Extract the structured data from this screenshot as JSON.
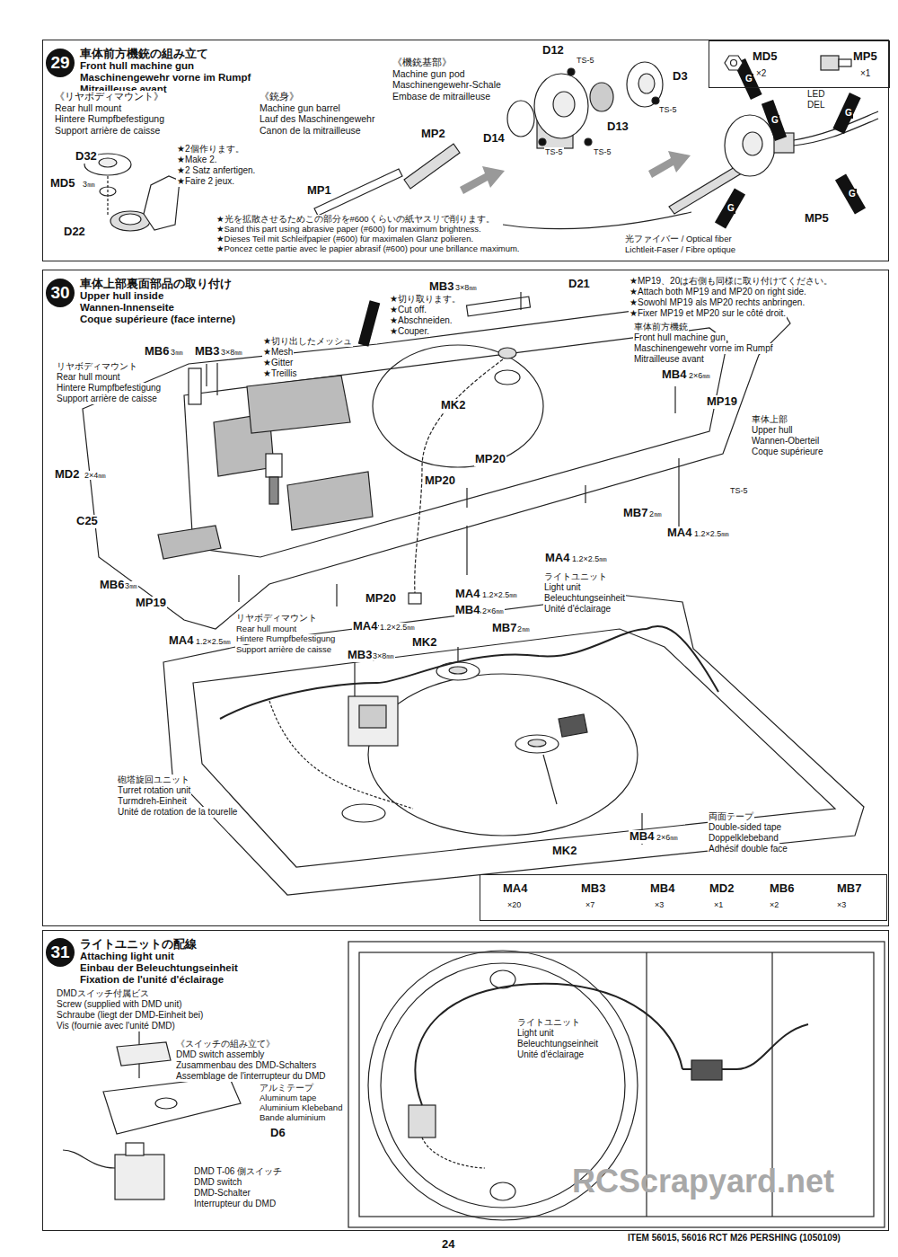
{
  "diagram": {
    "nodes": [
      {
        "text": [
          "車体前方機銃の組み立て",
          "Front hull machine gun",
          "Maschinengewehr vorne im Rumpf",
          "Mitrailleuse avant"
        ]
      },
      {
        "text": [
          "29"
        ],
        "in": 0
      },
      {
        "text": [
          "MD5",
          "×2",
          "MP5",
          "×1"
        ],
        "in": 0
      },
      {
        "text": [
          "車体上部裏面部品の取り付け",
          "Upper hull inside",
          "Wannen-Innenseite",
          "Coque supérieure (face interne)"
        ]
      },
      {
        "text": [
          "30"
        ],
        "in": 3
      },
      {
        "text": [
          "MA4",
          "×20",
          "MB3",
          "×7",
          "MB4",
          "×3",
          "MD2",
          "×1",
          "MB6",
          "×2",
          "MB7",
          "×3"
        ],
        "in": 3
      },
      {
        "text": [
          "ライトユニットの配線",
          "Attaching light unit",
          "Einbau der Beleuchtungseinheit",
          "Fixation de l'unité d'éclairage"
        ]
      },
      {
        "text": [
          "31"
        ],
        "in": 6
      }
    ],
    "labels": [
      "《リヤボディマウント》",
      "Rear hull mount",
      "Hintere Rumpfbefestigung",
      "Support arrière de caisse",
      "《銃身》",
      "Machine gun barrel",
      "Lauf des Maschinengewehr",
      "Canon de la mitrailleuse",
      "《機銃基部》",
      "Machine gun pod",
      "Maschinengewehr-Schale",
      "Embase de mitrailleuse",
      "★2個作ります。",
      "★Make 2.",
      "★2 Satz anfertigen.",
      "★Faire 2 jeux.",
      "D32",
      "MD5",
      "3㎜",
      "D22",
      "MP1",
      "MP2",
      "D12",
      "TS-5",
      "D3",
      "D13",
      "TS-5",
      "D14",
      "TS-5",
      "TS-5",
      "★光を拡散させるためこの部分を#600くらいの紙ヤスリで削ります。",
      "★Sand this part using abrasive paper (#600) for maximum brightness.",
      "★Dieses Teil mit Schleifpapier (#600) für maximalen Glanz polieren.",
      "★Poncez cette partie avec le papier abrasif (#600) pour une brillance maximum.",
      "光ファイバー / Optical fiber",
      "Lichtleit-Faser / Fibre optique",
      "LED",
      "DEL",
      "MP5",
      "G",
      "G",
      "G",
      "G",
      "G",
      "MB3",
      "3×8㎜",
      "★切り取ります。",
      "★Cut off.",
      "★Abschneiden.",
      "★Couper.",
      "D21",
      "★MP19、20は右側も同様に取り付けてください。",
      "★Attach both MP19 and MP20 on right side.",
      "★Sowohl MP19 als MP20 rechts anbringen.",
      "★Fixer MP19 et MP20 sur le côté droit.",
      "車体前方機銃",
      "Front hull machine gun",
      "Maschinengewehr vorne im Rumpf",
      "Mitrailleuse avant",
      "MB4",
      "2×6㎜",
      "MP19",
      "車体上部",
      "Upper hull",
      "Wannen-Oberteil",
      "Coque supérieure",
      "TS-5",
      "★切り出したメッシュ",
      "★Mesh",
      "★Gitter",
      "★Treillis",
      "MB6",
      "3㎜",
      "MB3",
      "3×8㎜",
      "リヤボディマウント",
      "Rear hull mount",
      "Hintere Rumpfbefestigung",
      "Support arrière de caisse",
      "MK2",
      "MP20",
      "MP20",
      "MD2",
      "2×4㎜",
      "C25",
      "MB7",
      "2㎜",
      "MA4",
      "1.2×2.5㎜",
      "MA4",
      "1.2×2.5㎜",
      "ライトユニット",
      "Light unit",
      "Beleuchtungseinheit",
      "Unité d'éclairage",
      "MB6",
      "3㎜",
      "MP19",
      "MP20",
      "MA4",
      "1.2×2.5㎜",
      "MB4",
      "2×6㎜",
      "MB7",
      "2㎜",
      "MK2",
      "リヤボディマウント",
      "Rear hull mount",
      "Hintere Rumpfbefestigung",
      "Support arrière de caisse",
      "MA4",
      "1.2×2.5㎜",
      "MA4",
      "1.2×2.5㎜",
      "MB3",
      "3×8㎜",
      "砲塔旋回ユニット",
      "Turret rotation unit",
      "Turmdreh-Einheit",
      "Unité de rotation de la tourelle",
      "両面テープ",
      "Double-sided tape",
      "Doppelklebeband",
      "Adhésif double face",
      "MB4",
      "2×6㎜",
      "MK2",
      "DMDスイッチ付属ビス",
      "Screw (supplied with DMD unit)",
      "Schraube (liegt der DMD-Einheit bei)",
      "Vis (fournie avec l'unité DMD)",
      "《スイッチの組み立て》",
      "DMD switch assembly",
      "Zusammenbau des DMD-Schalters",
      "Assemblage de l'interrupteur du DMD",
      "アルミテープ",
      "Aluminum tape",
      "Aluminium Klebeband",
      "Bande aluminium",
      "D6",
      "DMD T-06 側スイッチ",
      "DMD switch",
      "DMD-Schalter",
      "Interrupteur du DMD",
      "ライトユニット",
      "Light unit",
      "Beleuchtungseinheit",
      "Unité d'éclairage",
      "ITEM 56015, 56016 RCT M26 PERSHING (1050109)",
      "24",
      "RCScrapyard.net"
    ]
  }
}
